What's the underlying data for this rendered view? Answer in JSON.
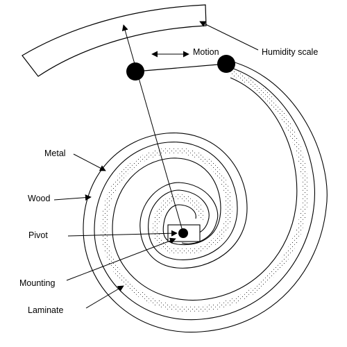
{
  "labels": {
    "humidity_scale": "Humidity scale",
    "motion": "Motion",
    "metal": "Metal",
    "wood": "Wood",
    "pivot": "Pivot",
    "mounting": "Mounting",
    "laminate": "Laminate"
  },
  "colors": {
    "ink": "#000000",
    "paper": "#ffffff"
  }
}
